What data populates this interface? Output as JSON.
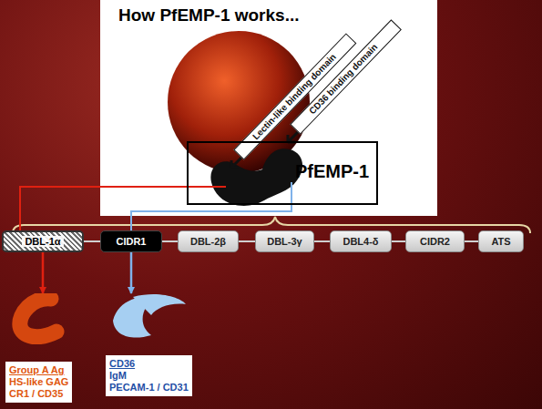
{
  "diagram": {
    "title": "How PfEMP-1 works...",
    "nodes": [
      {
        "text": [
          "PfEMP-1"
        ]
      },
      {
        "text": [
          "DBL-1α"
        ]
      },
      {
        "text": [
          "CIDR1"
        ]
      },
      {
        "text": [
          "DBL-2β"
        ]
      },
      {
        "text": [
          "DBL-3γ"
        ]
      },
      {
        "text": [
          "DBL4-δ"
        ]
      },
      {
        "text": [
          "CIDR2"
        ]
      },
      {
        "text": [
          "ATS"
        ]
      },
      {
        "text": [
          "Group A Ag",
          "HS-like GAG",
          "CR1 / CD35"
        ]
      },
      {
        "text": [
          "CD36",
          "IgM",
          "PECAM-1 / CD31"
        ]
      }
    ],
    "edges": [
      {
        "from": 1,
        "to": 2,
        "arrow": "none"
      },
      {
        "from": 2,
        "to": 3,
        "arrow": "none"
      },
      {
        "from": 3,
        "to": 4,
        "arrow": "none"
      },
      {
        "from": 4,
        "to": 5,
        "arrow": "none"
      },
      {
        "from": 5,
        "to": 6,
        "arrow": "none"
      },
      {
        "from": 6,
        "to": 7,
        "arrow": "none"
      },
      {
        "from": 0,
        "to": 1,
        "arrow": "none"
      },
      {
        "from": 0,
        "to": 2,
        "arrow": "none"
      },
      {
        "from": 1,
        "to": 8,
        "arrow": "to"
      },
      {
        "from": 2,
        "to": 9,
        "arrow": "to"
      }
    ],
    "labels": [
      "Lectin-like binding domain",
      "CD36 binding domain"
    ]
  }
}
